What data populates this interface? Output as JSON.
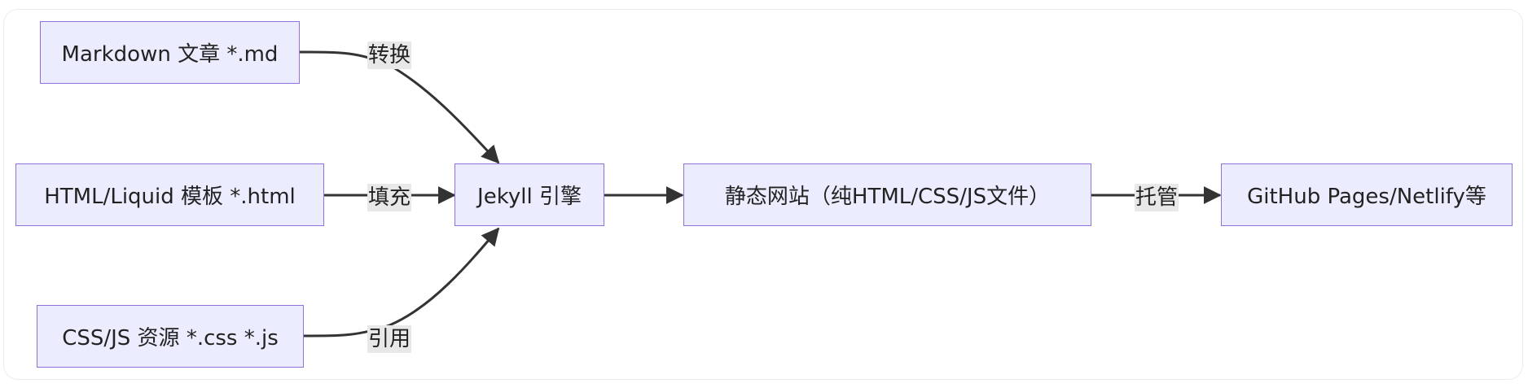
{
  "colors": {
    "node_fill": "#ececff",
    "node_border": "#9370db",
    "edge": "#333333",
    "edge_label_bg": "#e8e8e8",
    "text": "#222222"
  },
  "nodes": {
    "markdown": "Markdown 文章 *.md",
    "html": "HTML/Liquid 模板 *.html",
    "css": "CSS/JS 资源 *.css *.js",
    "jekyll": "Jekyll 引擎",
    "site": "静态网站（纯HTML/CSS/JS文件）",
    "hosting": "GitHub Pages/Netlify等"
  },
  "edges": {
    "convert": "转换",
    "fill": "填充",
    "reference": "引用",
    "host": "托管"
  }
}
